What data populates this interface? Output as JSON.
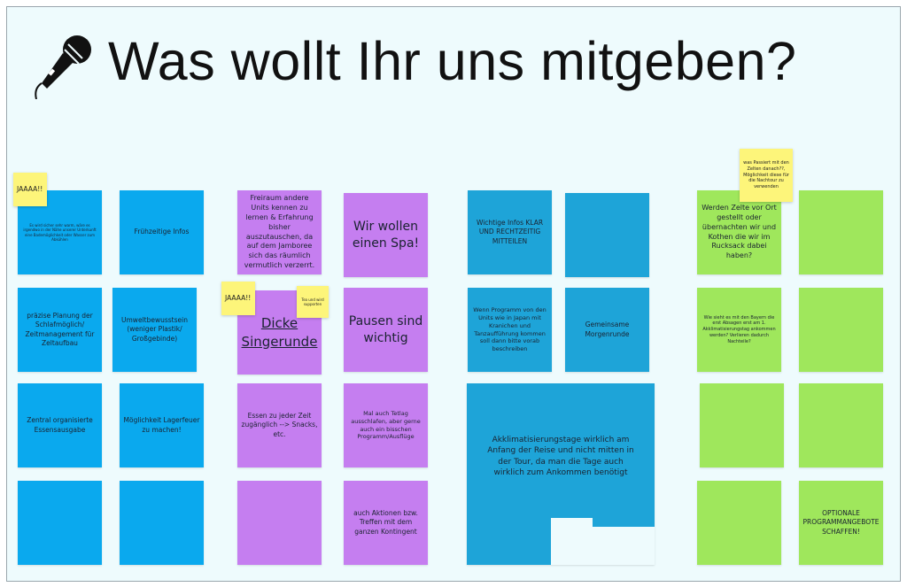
{
  "title": "Was wollt Ihr uns mitgeben?",
  "icons": {
    "title_icon": "microphone-icon"
  },
  "colors": {
    "blue": "#0aa9ee",
    "teal": "#1ea4d8",
    "purple": "#c57ef0",
    "green": "#9fe75c",
    "yellow": "#fdf57a",
    "background": "#eefbfd"
  },
  "notes": [
    "Es wird sicher sehr warm, wäre es irgendwo in der Nähe unserer Unterkunft eine Bademöglichkeit oder Wasser zum Abkühlen",
    "Frühzeitige Infos",
    "präzise Planung der Schlafmöglich/ Zeitmanagement für Zeltaufbau",
    "Umweltbewusstsein (weniger Plastik/ Großgebinde)",
    "Zentral organisierte Essensausgabe",
    "Möglichkeit Lagerfeuer zu machen!",
    "",
    "",
    "Freiraum andere Units kennen zu lernen & Erfahrung bisher auszutauschen, da auf dem Jamboree sich das räumlich vermutlich verzerrt.",
    "Wir wollen einen Spa!",
    "Dicke Singerunde",
    "Pausen sind wichtig",
    "Essen zu jeder Zeit zugänglich --> Snacks, etc.",
    "Mal auch Tetlag ausschlafen, aber gerne auch ein bisschen Programm/Ausflüge",
    "",
    "auch Aktionen bzw. Treffen mit dem ganzen Kontingent",
    "Wichtige Infos KLAR UND RECHTZEITIG MITTEILEN",
    "",
    "Wenn Programm von den Units wie in Japan mit Kranichen und Tanzaufführung kommen soll dann bitte vorab beschreiben",
    "Gemeinsame Morgenrunde",
    "Akklimatisierungstage wirklich am Anfang der Reise und nicht mitten in der Tour, da man die Tage auch wirklich zum Ankommen benötigt",
    "Werden Zelte vor Ort gestellt oder übernachten wir und Kothen die wir im Rucksack dabei haben?",
    "",
    "Wie sieht es mit den Bayern die erst Absagen erst am 1. Akklimatisierungstag ankommen werden? Verlieren dadurch Nachteile?",
    "",
    "",
    "",
    "",
    "OPTIONALE PROGRAMMANGEBOTE SCHAFFEN!"
  ],
  "stickies": [
    "JAAAA!!",
    "JAAAA!!",
    "Tea und wird supporten",
    "was Passiert mit den Zelten danach??, Möglichkeit diese für die Nachtour zu verwenden"
  ]
}
